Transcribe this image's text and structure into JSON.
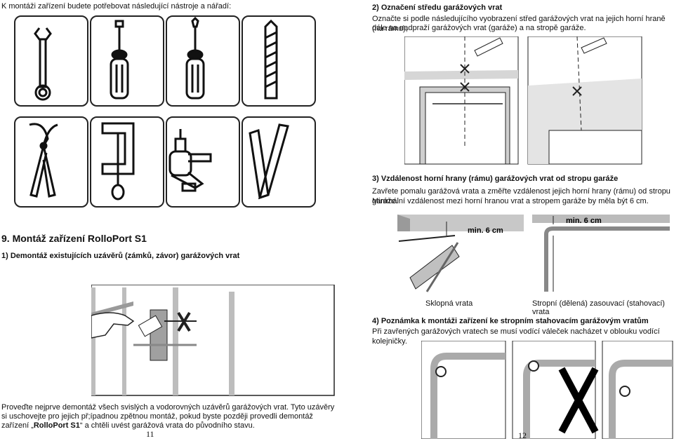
{
  "left": {
    "intro": "K montáži zařízení budete potřebovat následující nástroje a nářadí:",
    "section9_title": "9. Montáž zařízení RolloPort S1",
    "step1_title": "1) Demontáž existujících uzávěrů (zámků, závor) garážových vrat",
    "step1_text_l1": "Proveďte nejprve demontáž všech svislých a vodorovných uzávěrů garážových vrat. Tyto uzávěry",
    "step1_text_l2": "si uschovejte pro jejich př;ípadnou zpětnou montáž, pokud byste později provedli demontáž",
    "step1_text_l3_pre": "zařízení „",
    "step1_text_l3_bold": "RolloPort S1",
    "step1_text_l3_post": "“ a chtěli uvést garážová vrata do původního stavu.",
    "page_number": "11",
    "tools": [
      "wrench-icon",
      "screwdriver-flat-icon",
      "screwdriver-phillips-icon",
      "drill-bit-icon",
      "pliers-icon",
      "clamp-icon",
      "drill-icon",
      "folding-rule-icon"
    ]
  },
  "right": {
    "step2_title": "2) Označení středu garážových vrat",
    "step2_text_l1": "Označte si podle následujícího vyobrazení střed garážových vrat na jejich horní hraně (na rámu),",
    "step2_text_l2": "dále na nadpraží garážových vrat (garáže) a na stropě garáže.",
    "step3_title": "3) Vzdálenost horní hrany (rámu) garážových vrat od stropu garáže",
    "step3_text_l1": "Zavřete pomalu garážová vrata a změřte vzdálenost jejich horní hrany (rámu) od stropu garáže.",
    "step3_text_l2": "Minimální vzdálenost mezi horní hranou vrat a stropem garáže by měla být 6 cm.",
    "min_label_1": "min. 6 cm",
    "min_label_2": "min. 6 cm",
    "caption_left": "Sklopná vrata",
    "caption_right": "Stropní (dělená) zasouvací (stahovací) vrata",
    "step4_title": "4) Poznámka k montáži zařízení ke stropním stahovacím garážovým vratům",
    "step4_text": "Při zavřených garážových vratech se musí vodící váleček nacházet v oblouku vodící kolejničky.",
    "page_number": "12"
  },
  "colors": {
    "border": "#222222",
    "grey_dark": "#8a8a8a",
    "grey_light": "#d0d0d0"
  }
}
